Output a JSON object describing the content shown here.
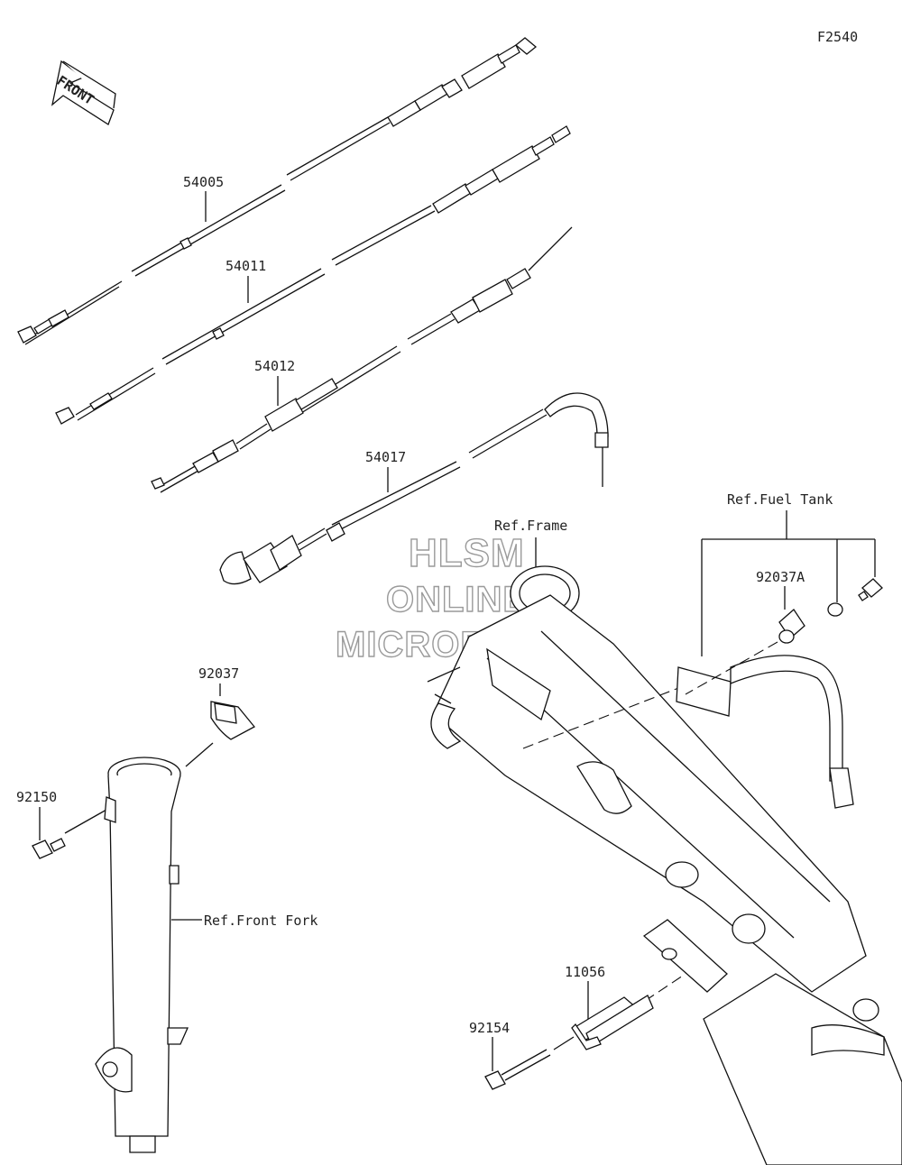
{
  "figure_code": "F2540",
  "front_arrow": {
    "label": "FRONT",
    "icon": "front-direction-arrow-icon"
  },
  "watermark": {
    "line1": "HLSM",
    "line2": "ONLINE",
    "line3": "MICROFICHE"
  },
  "parts": {
    "p54005": "54005",
    "p54011": "54011",
    "p54012": "54012",
    "p54017": "54017",
    "p92037": "92037",
    "p92150": "92150",
    "p92037A": "92037A",
    "p11056": "11056",
    "p92154": "92154"
  },
  "references": {
    "frame": "Ref.Frame",
    "fuel_tank": "Ref.Fuel Tank",
    "front_fork": "Ref.Front Fork"
  }
}
